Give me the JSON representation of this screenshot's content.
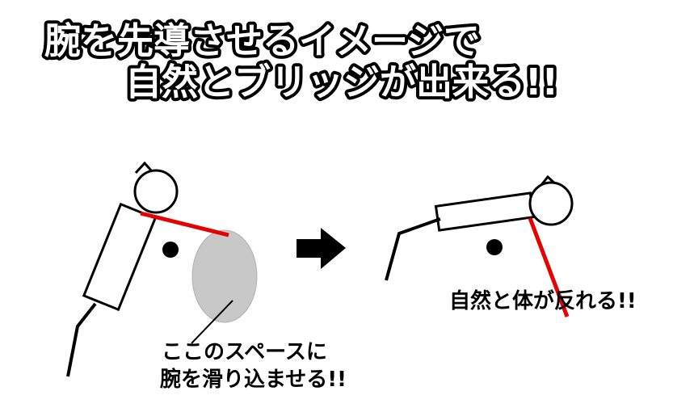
{
  "title": {
    "line1": "腕を先導させるイメージで",
    "line2": "自然とブリッジが出来る!!"
  },
  "annotations": {
    "body_arches": "自然と体が反れる!!",
    "space_line1": "ここのスペースに",
    "space_line2": "腕を滑り込ませる!!"
  },
  "colors": {
    "arm_red": "#e60000",
    "space_gray": "#c8c8c8",
    "ink_black": "#000000",
    "title_fill": "#ffffff",
    "title_outline": "#000000",
    "background": "#ffffff"
  },
  "icons": {
    "arrow": "arrow-right-icon"
  }
}
